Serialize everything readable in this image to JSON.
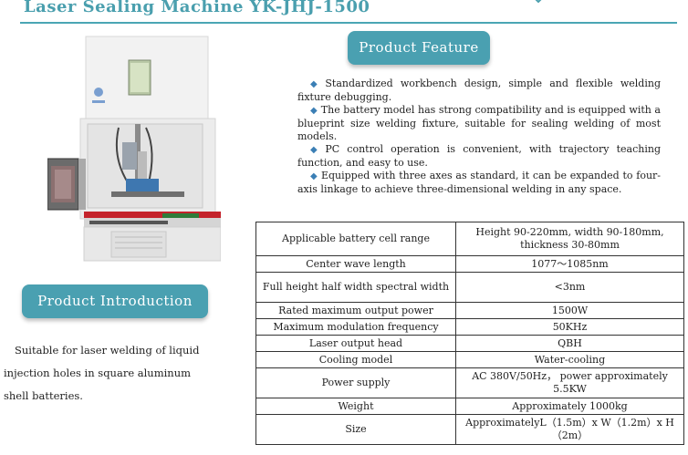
{
  "header": {
    "title": "Laser Sealing Machine  YK-JHJ-1500"
  },
  "feature_section": {
    "heading": "Product Feature",
    "items": [
      "Standardized workbench design, simple and flexible welding fixture debugging.",
      "The battery model has strong compatibility and is equipped with a blueprint size welding fixture, suitable for sealing welding of most models.",
      "PC control operation is convenient, with trajectory teaching function, and easy to use.",
      "Equipped with three axes as standard, it can be expanded to four-axis linkage to achieve three-dimensional welding in any space."
    ]
  },
  "intro_section": {
    "heading": "Product Introduction",
    "text": "Suitable for laser welding of liquid injection holes in square aluminum shell batteries."
  },
  "specs": [
    {
      "key": "Applicable battery cell range",
      "value": "Height 90-220mm, width 90-180mm, thickness 30-80mm"
    },
    {
      "key": "Center wave length",
      "value": "1077～1085nm"
    },
    {
      "key": "Full height half width spectral width",
      "value": "<3nm"
    },
    {
      "key": "Rated maximum output power",
      "value": "1500W"
    },
    {
      "key": "Maximum modulation frequency",
      "value": "50KHz"
    },
    {
      "key": "Laser output head",
      "value": "QBH"
    },
    {
      "key": "Cooling model",
      "value": "Water-cooling"
    },
    {
      "key": "Power supply",
      "value": "AC 380V/50Hz， power approximately 5.5KW"
    },
    {
      "key": "Weight",
      "value": "Approximately 1000kg"
    },
    {
      "key": "Size",
      "value": "ApproximatelyL（1.5m）x W（1.2m）x H（2m）"
    }
  ],
  "colors": {
    "accent": "#4aa0b1",
    "title": "#4a9fae",
    "bullet": "#3b7fb5"
  },
  "icons": {
    "bullet": "diamond-icon"
  }
}
